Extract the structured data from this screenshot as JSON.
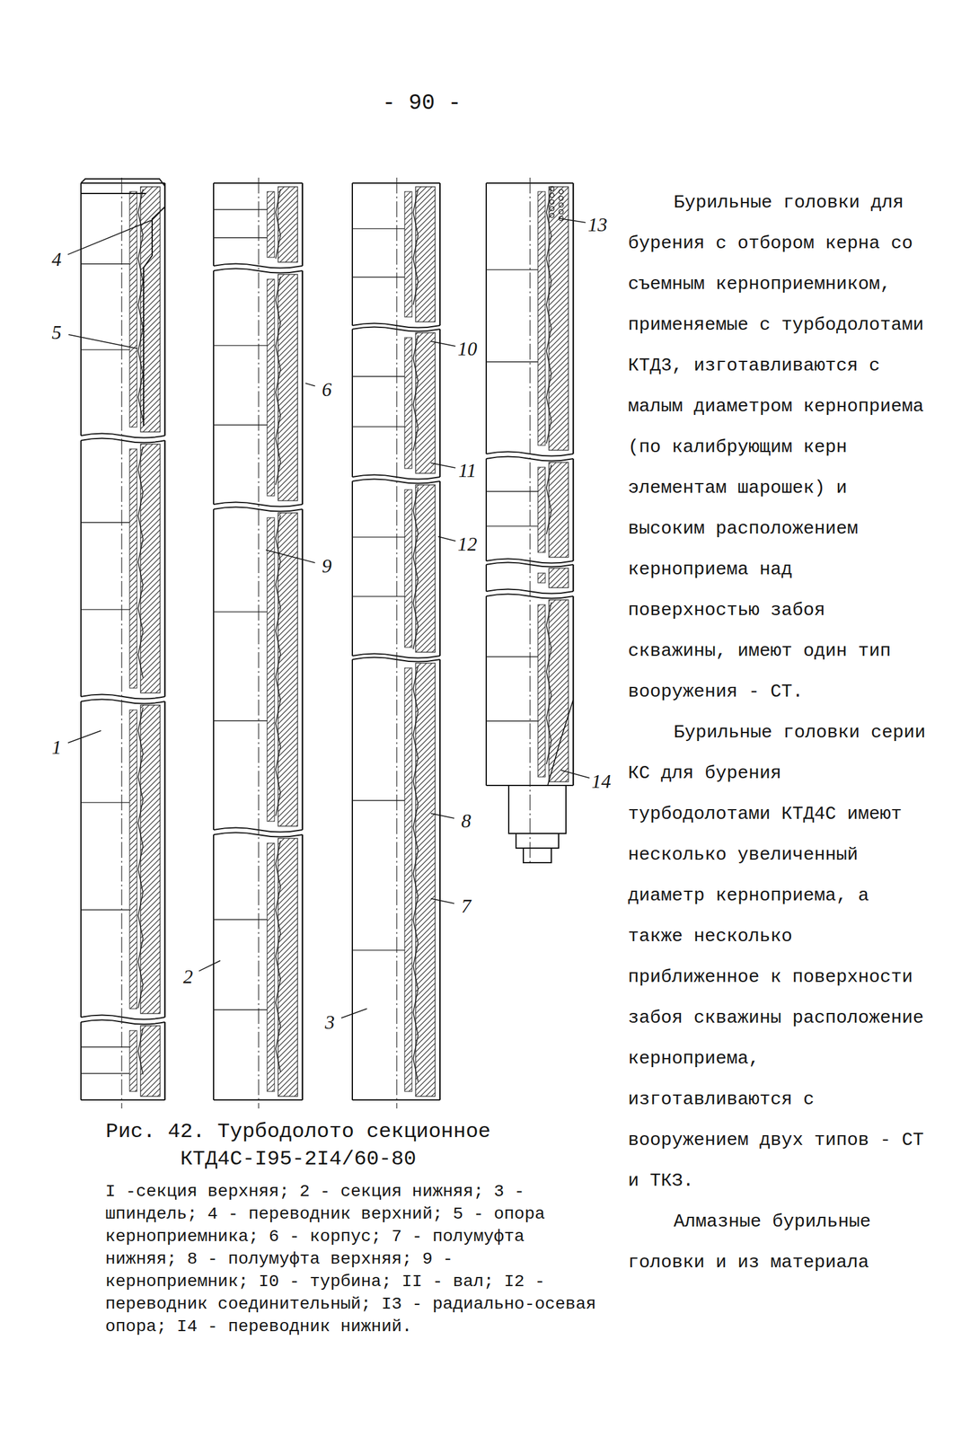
{
  "diagram": {
    "caption": "Рис. 42. Турбодолото секционное КТД4С-I95-2I4/60-80",
    "labels": [
      "- 90 -",
      "4",
      "5",
      "1",
      "2",
      "6",
      "9",
      "3",
      "10",
      "11",
      "12",
      "8",
      "7",
      "13",
      "14",
      "I -секция верхняя; 2 - секция нижняя; 3 - шпиндель; 4 - переводник верхний; 5 - опора керноприемника; 6 - корпус; 7 - полумуфта нижняя; 8 - полумуфта верхняя; 9 - керноприемник; I0 - турбина; II - вал; I2 - переводник соединительный; I3 - радиально-осевая опора; I4 - переводник нижний.",
      "Бурильные головки для бурения с отбором керна со съемным керноприемником, применяемые с турбодолотами КТД3, изготавливаются с малым диаметром керноприема (по калибрующим керн элементам шарошек) и высоким расположением керноприема над поверхностью забоя скважины, имеют один тип вооружения - СТ.",
      "Бурильные головки серии КС для бурения турбодолотами КТД4С имеют несколько увеличенный диаметр керноприема, а также несколько приближенное к поверхности забоя скважины расположение керноприема, изготавливаются с вооружением двух типов - СТ и ТКЗ.",
      "Алмазные бурильные головки и из материала"
    ]
  }
}
